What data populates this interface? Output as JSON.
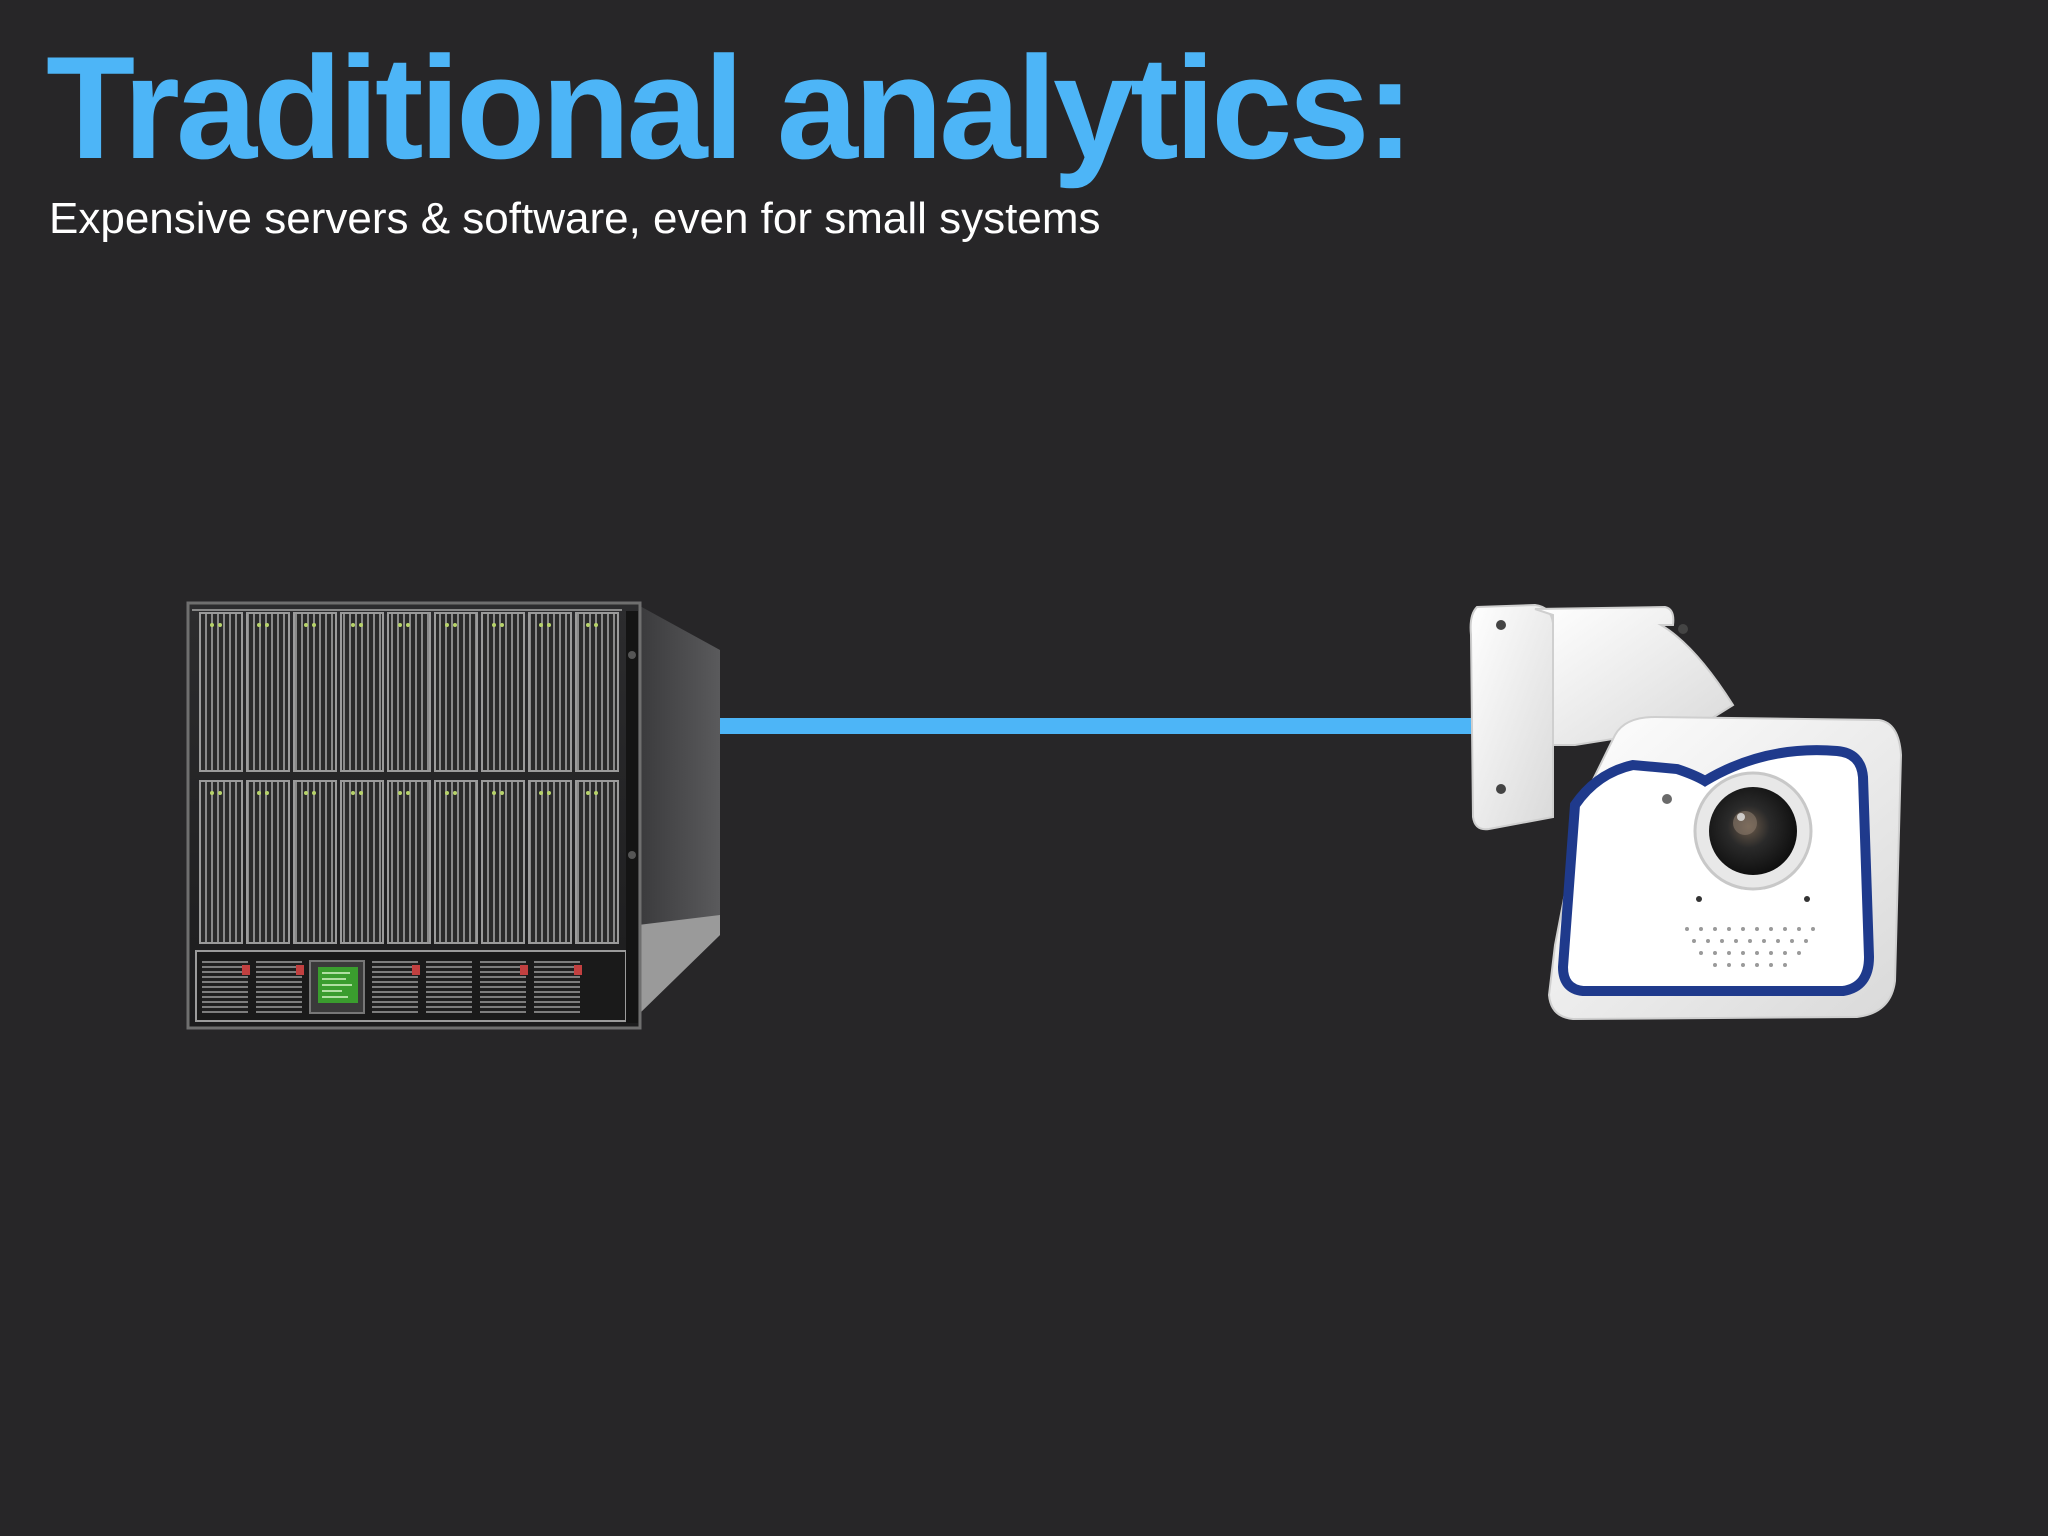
{
  "slide": {
    "title": "Traditional analytics:",
    "subtitle": "Expensive servers & software, even for small systems"
  },
  "colors": {
    "background": "#272628",
    "accent": "#4db5f7",
    "text": "#ffffff"
  },
  "images": {
    "server": "blade-server-chassis",
    "camera": "security-camera"
  }
}
